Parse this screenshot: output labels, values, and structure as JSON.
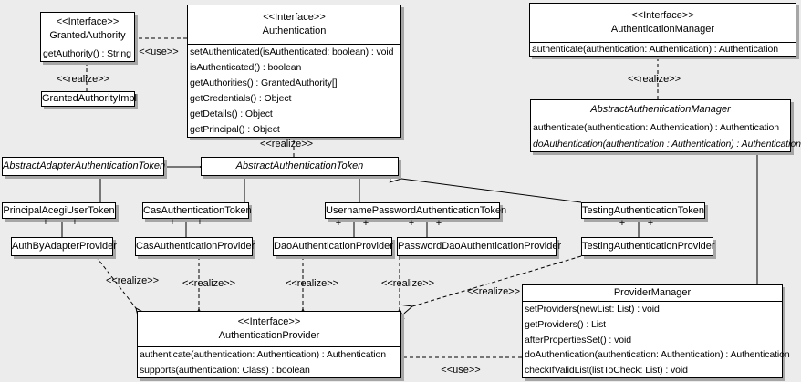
{
  "colors": {
    "background": "#ececec",
    "box_fill": "#ffffff",
    "line": "#000000",
    "shadow": "#a6a6a6"
  },
  "classes": [
    {
      "id": "granted-authority",
      "stereotype": "<<Interface>>",
      "name": "GrantedAuthority",
      "methods": [
        "getAuthority() : String"
      ]
    },
    {
      "id": "granted-authority-impl",
      "name": "GrantedAuthorityImpl",
      "methods": []
    },
    {
      "id": "authentication",
      "stereotype": "<<Interface>>",
      "name": "Authentication",
      "methods": [
        "setAuthenticated(isAuthenticated: boolean) : void",
        "isAuthenticated() : boolean",
        "getAuthorities() : GrantedAuthority[]",
        "getCredentials() : Object",
        "getDetails() : Object",
        "getPrincipal() : Object"
      ]
    },
    {
      "id": "authentication-manager",
      "stereotype": "<<Interface>>",
      "name": "AuthenticationManager",
      "methods": [
        "authenticate(authentication: Authentication) : Authentication"
      ]
    },
    {
      "id": "abstract-authentication-manager",
      "name": "AbstractAuthenticationManager",
      "abstract": true,
      "methods": [
        "authenticate(authentication: Authentication) : Authentication",
        "doAuthentication(authentication : Authentication) : Authentication"
      ]
    },
    {
      "id": "abstract-adapter-authentication-token",
      "name": "AbstractAdapterAuthenticationToken",
      "abstract": true,
      "methods": []
    },
    {
      "id": "abstract-authentication-token",
      "name": "AbstractAuthenticationToken",
      "abstract": true,
      "methods": []
    },
    {
      "id": "principal-acegi-user-token",
      "name": "PrincipalAcegiUserToken",
      "methods": []
    },
    {
      "id": "cas-authentication-token",
      "name": "CasAuthenticationToken",
      "methods": []
    },
    {
      "id": "username-password-authentication-token",
      "name": "UsernamePasswordAuthenticationToken",
      "methods": []
    },
    {
      "id": "testing-authentication-token",
      "name": "TestingAuthenticationToken",
      "methods": []
    },
    {
      "id": "auth-by-adapter-provider",
      "name": "AuthByAdapterProvider",
      "methods": []
    },
    {
      "id": "cas-authentication-provider",
      "name": "CasAuthenticationProvider",
      "methods": []
    },
    {
      "id": "dao-authentication-provider",
      "name": "DaoAuthenticationProvider",
      "methods": []
    },
    {
      "id": "password-dao-authentication-provider",
      "name": "PasswordDaoAuthenticationProvider",
      "methods": []
    },
    {
      "id": "testing-authentication-provider",
      "name": "TestingAuthenticationProvider",
      "methods": []
    },
    {
      "id": "authentication-provider",
      "stereotype": "<<Interface>>",
      "name": "AuthenticationProvider",
      "methods": [
        "authenticate(authentication: Authentication) : Authentication",
        "supports(authentication: Class) : boolean"
      ]
    },
    {
      "id": "provider-manager",
      "name": "ProviderManager",
      "methods": [
        "setProviders(newList: List) : void",
        "getProviders() : List",
        "afterPropertiesSet() : void",
        "doAuthentication(authentication: Authentication) : Authentication",
        "checkIfValidList(listToCheck: List) : void"
      ]
    }
  ],
  "relationships": [
    {
      "type": "use",
      "from": "Authentication",
      "to": "GrantedAuthority",
      "label": "<<use>>"
    },
    {
      "type": "realize",
      "from": "GrantedAuthorityImpl",
      "to": "GrantedAuthority",
      "label": "<<realize>>"
    },
    {
      "type": "realize",
      "from": "AbstractAuthenticationManager",
      "to": "AuthenticationManager",
      "label": "<<realize>>"
    },
    {
      "type": "realize",
      "from": "AbstractAuthenticationToken",
      "to": "Authentication",
      "label": "<<realize>>"
    },
    {
      "type": "generalize",
      "from": "AbstractAdapterAuthenticationToken",
      "to": "AbstractAuthenticationToken"
    },
    {
      "type": "generalize",
      "from": "PrincipalAcegiUserToken",
      "to": "AbstractAdapterAuthenticationToken"
    },
    {
      "type": "generalize",
      "from": "CasAuthenticationToken",
      "to": "AbstractAuthenticationToken"
    },
    {
      "type": "generalize",
      "from": "UsernamePasswordAuthenticationToken",
      "to": "AbstractAuthenticationToken"
    },
    {
      "type": "generalize",
      "from": "TestingAuthenticationToken",
      "to": "AbstractAuthenticationToken"
    },
    {
      "type": "generalize",
      "from": "ProviderManager",
      "to": "AbstractAuthenticationManager"
    },
    {
      "type": "association",
      "from": "PrincipalAcegiUserToken",
      "to": "AuthByAdapterProvider",
      "multiplicity": [
        "+",
        "+"
      ]
    },
    {
      "type": "association",
      "from": "CasAuthenticationToken",
      "to": "CasAuthenticationProvider",
      "multiplicity": [
        "+",
        "+"
      ]
    },
    {
      "type": "association",
      "from": "UsernamePasswordAuthenticationToken",
      "to": "DaoAuthenticationProvider",
      "multiplicity": [
        "+",
        "+"
      ]
    },
    {
      "type": "association",
      "from": "UsernamePasswordAuthenticationToken",
      "to": "PasswordDaoAuthenticationProvider",
      "multiplicity": [
        "+",
        "+"
      ]
    },
    {
      "type": "association",
      "from": "TestingAuthenticationToken",
      "to": "TestingAuthenticationProvider",
      "multiplicity": [
        "+",
        "+"
      ]
    },
    {
      "type": "realize",
      "from": "AuthByAdapterProvider",
      "to": "AuthenticationProvider",
      "label": "<<realize>>"
    },
    {
      "type": "realize",
      "from": "CasAuthenticationProvider",
      "to": "AuthenticationProvider",
      "label": "<<realize>>"
    },
    {
      "type": "realize",
      "from": "DaoAuthenticationProvider",
      "to": "AuthenticationProvider",
      "label": "<<realize>>"
    },
    {
      "type": "realize",
      "from": "PasswordDaoAuthenticationProvider",
      "to": "AuthenticationProvider",
      "label": "<<realize>>"
    },
    {
      "type": "realize",
      "from": "TestingAuthenticationProvider",
      "to": "AuthenticationProvider",
      "label": "<<realize>>"
    },
    {
      "type": "use",
      "from": "ProviderManager",
      "to": "AuthenticationProvider",
      "label": "<<use>>"
    }
  ]
}
